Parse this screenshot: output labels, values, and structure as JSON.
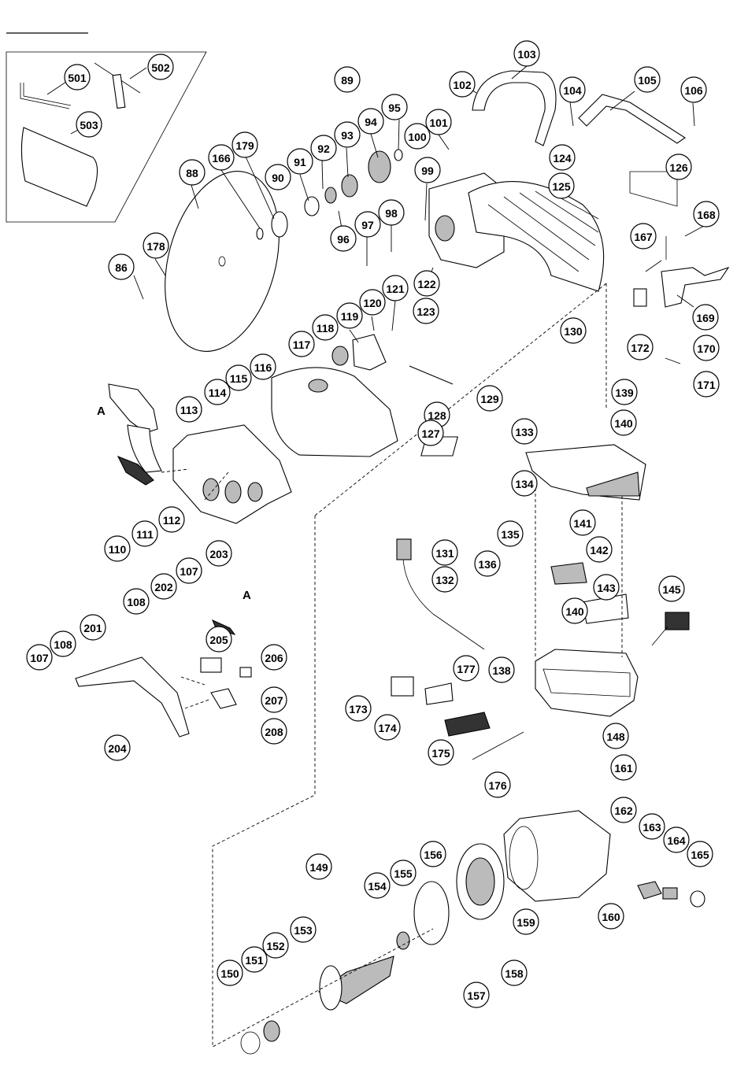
{
  "diagram": {
    "accent_color": "#000000",
    "background_color": "#ffffff",
    "reference_markers": [
      "A",
      "A"
    ],
    "labels": [
      "501",
      "502",
      "503",
      "103",
      "89",
      "102",
      "104",
      "105",
      "106",
      "95",
      "94",
      "101",
      "93",
      "100",
      "179",
      "166",
      "92",
      "91",
      "124",
      "88",
      "90",
      "99",
      "125",
      "126",
      "168",
      "96",
      "97",
      "98",
      "167",
      "178",
      "86",
      "122",
      "123",
      "121",
      "120",
      "130",
      "169",
      "170",
      "119",
      "118",
      "117",
      "172",
      "171",
      "129",
      "116",
      "115",
      "139",
      "114",
      "113",
      "128",
      "127",
      "133",
      "140",
      "134",
      "141",
      "135",
      "131",
      "136",
      "142",
      "132",
      "143",
      "203",
      "107",
      "202",
      "108",
      "140",
      "145",
      "201",
      "108",
      "107",
      "205",
      "206",
      "138",
      "177",
      "207",
      "173",
      "174",
      "148",
      "204",
      "208",
      "175",
      "176",
      "161",
      "162",
      "163",
      "164",
      "165",
      "149",
      "154",
      "155",
      "156",
      "160",
      "159",
      "153",
      "151",
      "152",
      "150",
      "157",
      "158",
      "112",
      "111",
      "110"
    ]
  }
}
